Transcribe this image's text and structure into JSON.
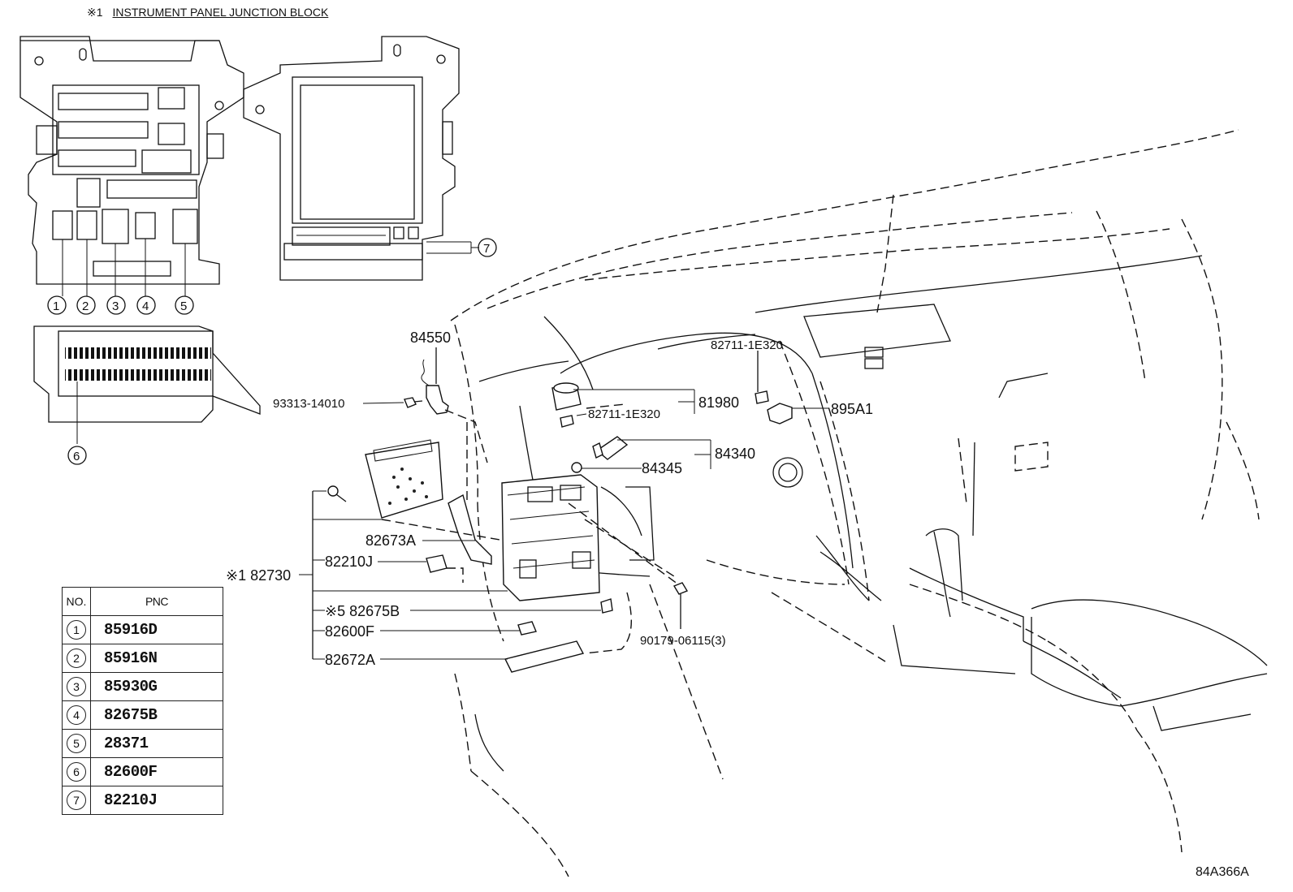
{
  "header": {
    "mark": "※1",
    "title": "INSTRUMENT PANEL JUNCTION BLOCK"
  },
  "callouts": {
    "p84550": "84550",
    "p93313": "93313-14010",
    "p82711a": "82711-1E320",
    "p82711b": "82711-1E320",
    "p81980": "81980",
    "p895A1": "895A1",
    "p84340": "84340",
    "p84345": "84345",
    "p82673A": "82673A",
    "p82210J": "82210J",
    "p82730": "※1 82730",
    "p82675B": "※5 82675B",
    "p82600F": "82600F",
    "p82672A": "82672A",
    "p90179": "90179-06115(3)"
  },
  "index_marks": [
    "1",
    "2",
    "3",
    "4",
    "5",
    "6",
    "7"
  ],
  "table": {
    "header_no": "NO.",
    "header_pnc": "PNC",
    "rows": [
      {
        "no": "1",
        "pnc": "85916D"
      },
      {
        "no": "2",
        "pnc": "85916N"
      },
      {
        "no": "3",
        "pnc": "85930G"
      },
      {
        "no": "4",
        "pnc": "82675B"
      },
      {
        "no": "5",
        "pnc": "28371"
      },
      {
        "no": "6",
        "pnc": "82600F"
      },
      {
        "no": "7",
        "pnc": "82210J"
      }
    ]
  },
  "image_code": "84A366A"
}
